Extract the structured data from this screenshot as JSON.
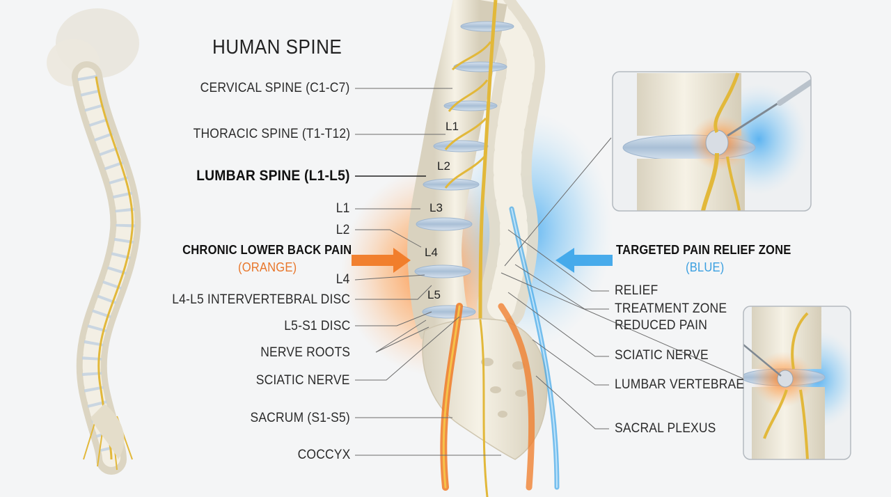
{
  "title": "HUMAN SPINE",
  "left_labels": {
    "cervical": "CERVICAL SPINE (C1-C7)",
    "thoracic": "THORACIC SPINE (T1-T12)",
    "lumbar": "LUMBAR SPINE (L1-L5)",
    "l1": "L1",
    "l2": "L2",
    "chronic": "CHRONIC LOWER BACK PAIN",
    "chronic_sub": "(ORANGE)",
    "l4": "L4",
    "l4l5_disc": "L4-L5 INTERVERTEBRAL DISC",
    "l5s1_disc": "L5-S1 DISC",
    "nerve_roots": "NERVE ROOTS",
    "sciatic": "SCIATIC NERVE",
    "sacrum": "SACRUM (S1-S5)",
    "coccyx": "COCCYX"
  },
  "vertebra_labels": {
    "l1": "L1",
    "l2": "L2",
    "l3": "L3",
    "l4": "L4",
    "l5": "L5"
  },
  "right_labels": {
    "targeted": "TARGETED PAIN RELIEF ZONE",
    "targeted_sub": "(BLUE)",
    "relief": "RELIEF",
    "treatment_zone": "TREATMENT ZONE",
    "reduced_pain": "REDUCED PAIN",
    "sciatic": "SCIATIC NERVE",
    "lumbar_vertebrae": "LUMBAR VERTEBRAE",
    "sacral_plexus": "SACRAL PLEXUS"
  },
  "colors": {
    "pain": "#f07a26",
    "relief": "#3ea6ea",
    "bone": "#ece6d6",
    "nerve": "#e5be2e",
    "disc": "#b9cbe0"
  }
}
